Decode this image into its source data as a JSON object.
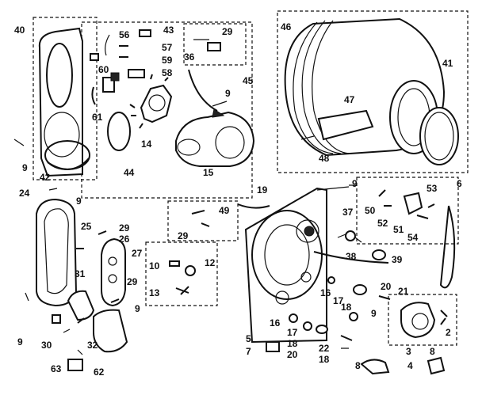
{
  "callouts": [
    "40",
    "56",
    "43",
    "29",
    "36",
    "46",
    "45",
    "41",
    "57",
    "59",
    "60",
    "58",
    "47",
    "9",
    "61",
    "14",
    "15",
    "48",
    "44",
    "42",
    "9",
    "24",
    "9",
    "19",
    "9",
    "6",
    "53",
    "50",
    "52",
    "51",
    "54",
    "49",
    "29",
    "37",
    "25",
    "29",
    "26",
    "27",
    "10",
    "12",
    "38",
    "39",
    "31",
    "29",
    "13",
    "16",
    "20",
    "17",
    "18",
    "21",
    "9",
    "9",
    "2",
    "9",
    "30",
    "32",
    "5",
    "16",
    "7",
    "17",
    "18",
    "20",
    "22",
    "18",
    "3",
    "8",
    "4",
    "8",
    "63",
    "62"
  ]
}
